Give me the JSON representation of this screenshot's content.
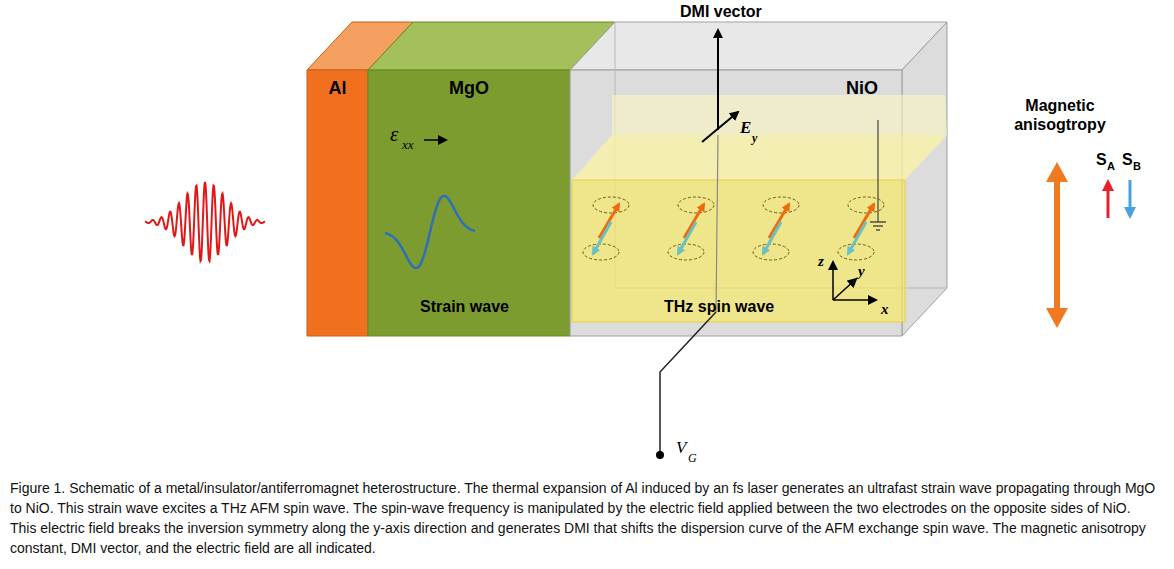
{
  "diagram": {
    "caption": "Figure 1. Schematic of a metal/insulator/antiferromagnet heterostructure. The thermal expansion of Al induced by an fs laser generates an ultrafast strain wave propagating through MgO to NiO. This strain wave excites a THz AFM spin wave. The spin-wave frequency is manipulated by the electric field applied between the two electrodes on the opposite sides of NiO. This electric field breaks the inversion symmetry along the y-axis direction and generates DMI that shifts the dispersion curve of the AFM exchange spin wave. The magnetic anisotropy constant, DMI vector, and the electric field are all indicated.",
    "nodes": [
      {
        "text": [
          "Al"
        ]
      },
      {
        "text": [
          "MgO",
          "Strain wave"
        ]
      },
      {
        "text": [
          "NiO"
        ]
      },
      {
        "text": [
          "THz spin wave"
        ],
        "in": 2
      }
    ],
    "labels": [
      "DMI vector",
      "E",
      "y",
      "Magnetic anisogtropy",
      "S",
      "A",
      "S",
      "B",
      "ε",
      "xx",
      "z",
      "y",
      "x",
      "V",
      "G"
    ]
  }
}
